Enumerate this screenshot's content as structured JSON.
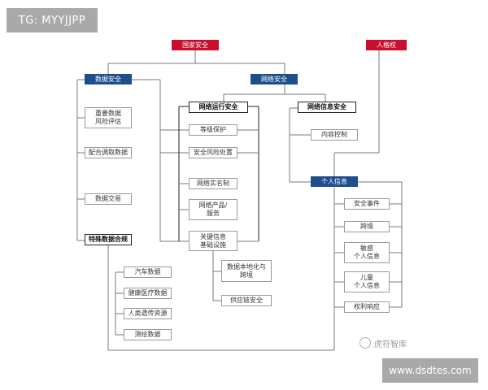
{
  "watermarks": {
    "top_left": "TG: MYYJJPP",
    "bottom_right": "www.dsdtes.com",
    "brand": "虎符智库"
  },
  "nodes": {
    "guojia": "国家安全",
    "renge": "人格权",
    "shuju": "数据安全",
    "wangluo": "网络安全",
    "yunxing": "网络运行安全",
    "xinxi": "网络信息安全",
    "zhongyao": "重要数据\n风险评估",
    "peihe": "配合调取数据",
    "jiaoyi": "数据交易",
    "teshu": "特殊数据合规",
    "qiche": "汽车数据",
    "jiankang": "健康医疗数据",
    "yichuan": "人类遗传资源",
    "cehui": "测绘数据",
    "dengji": "等级保护",
    "fengxian": "安全风险处置",
    "shiming": "网络实名制",
    "chanpin": "网络产品/\n服务",
    "guanjian": "关键信息\n基础设施",
    "bendi": "数据本地化与\n跨境",
    "gongying": "供应链安全",
    "neirong": "内容控制",
    "geren": "个人信息",
    "shijian": "安全事件",
    "kuajing": "跨境",
    "mingan": "敏感\n个人信息",
    "ertong": "儿童\n个人信息",
    "quanli": "权利响应"
  },
  "colors": {
    "red": "#c8102e",
    "blue": "#1f4e8c",
    "line": "#7a7a7a"
  }
}
